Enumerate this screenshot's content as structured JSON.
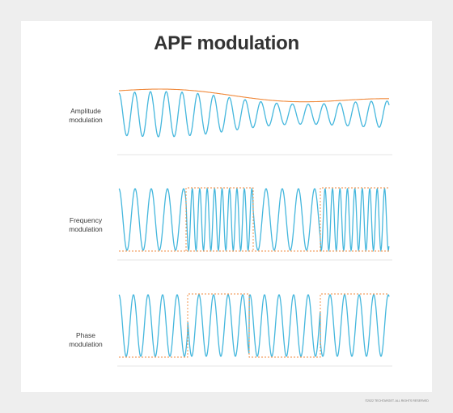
{
  "title": "APF modulation",
  "rows": [
    {
      "id": "amplitude",
      "label_line1": "Amplitude",
      "label_line2": "modulation"
    },
    {
      "id": "frequency",
      "label_line1": "Frequency",
      "label_line2": "modulation"
    },
    {
      "id": "phase",
      "label_line1": "Phase",
      "label_line2": "modulation"
    }
  ],
  "colors": {
    "carrier_wave": "#45b7dd",
    "envelope_and_markers": "#f08a3c",
    "separator": "#e6e6e6",
    "title": "#333333",
    "background": "#eeeeee",
    "card": "#ffffff"
  },
  "copyright": "©2022 TECHTARGET. ALL RIGHTS RESERVED"
}
